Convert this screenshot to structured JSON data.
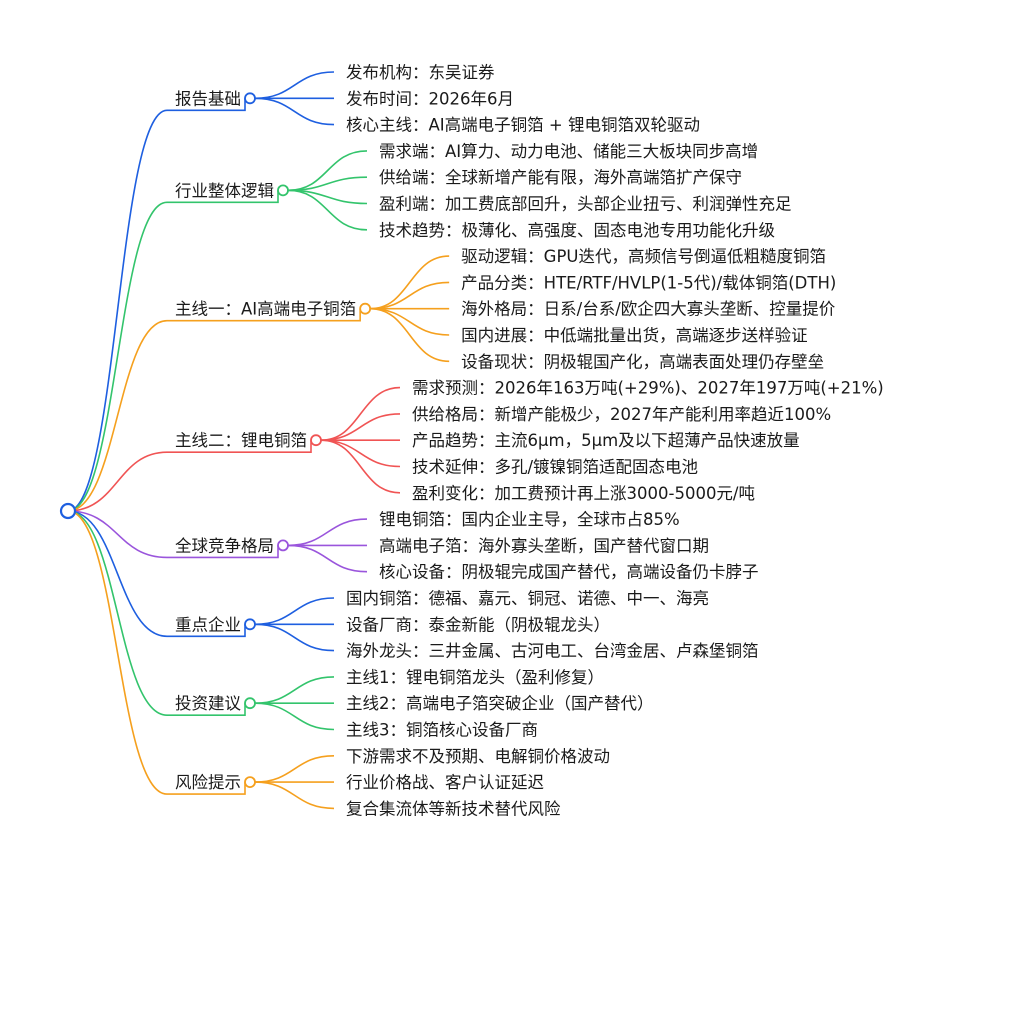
{
  "root": {
    "label": ""
  },
  "branches": [
    {
      "label": "报告基础",
      "color": "#1e5fe0",
      "children": [
        "发布机构：东吴证券",
        "发布时间：2026年6月",
        "核心主线：AI高端电子铜箔 + 锂电铜箔双轮驱动"
      ]
    },
    {
      "label": "行业整体逻辑",
      "color": "#33c46c",
      "children": [
        "需求端：AI算力、动力电池、储能三大板块同步高增",
        "供给端：全球新增产能有限，海外高端箔扩产保守",
        "盈利端：加工费底部回升，头部企业扭亏、利润弹性充足",
        "技术趋势：极薄化、高强度、固态电池专用功能化升级"
      ]
    },
    {
      "label": "主线一：AI高端电子铜箔",
      "color": "#f5a01e",
      "children": [
        "驱动逻辑：GPU迭代，高频信号倒逼低粗糙度铜箔",
        "产品分类：HTE/RTF/HVLP(1-5代)/载体铜箔(DTH)",
        "海外格局：日系/台系/欧企四大寡头垄断、控量提价",
        "国内进展：中低端批量出货，高端逐步送样验证",
        "设备现状：阴极辊国产化，高端表面处理仍存壁垒"
      ]
    },
    {
      "label": "主线二：锂电铜箔",
      "color": "#f05454",
      "children": [
        "需求预测：2026年163万吨(+29%)、2027年197万吨(+21%)",
        "供给格局：新增产能极少，2027年产能利用率趋近100%",
        "产品趋势：主流6μm，5μm及以下超薄产品快速放量",
        "技术延伸：多孔/镀镍铜箔适配固态电池",
        "盈利变化：加工费预计再上涨3000-5000元/吨"
      ]
    },
    {
      "label": "全球竞争格局",
      "color": "#9a55dc",
      "children": [
        "锂电铜箔：国内企业主导，全球市占85%",
        "高端电子箔：海外寡头垄断，国产替代窗口期",
        "核心设备：阴极辊完成国产替代，高端设备仍卡脖子"
      ]
    },
    {
      "label": "重点企业",
      "color": "#1e5fe0",
      "children": [
        "国内铜箔：德福、嘉元、铜冠、诺德、中一、海亮",
        "设备厂商：泰金新能（阴极辊龙头）",
        "海外龙头：三井金属、古河电工、台湾金居、卢森堡铜箔"
      ]
    },
    {
      "label": "投资建议",
      "color": "#33c46c",
      "children": [
        "主线1：锂电铜箔龙头（盈利修复）",
        "主线2：高端电子箔突破企业（国产替代）",
        "主线3：铜箔核心设备厂商"
      ]
    },
    {
      "label": "风险提示",
      "color": "#f5a01e",
      "children": [
        "下游需求不及预期、电解铜价格波动",
        "行业价格战、客户认证延迟",
        "复合集流体等新技术替代风险"
      ]
    }
  ],
  "root_color": "#1e5fe0"
}
